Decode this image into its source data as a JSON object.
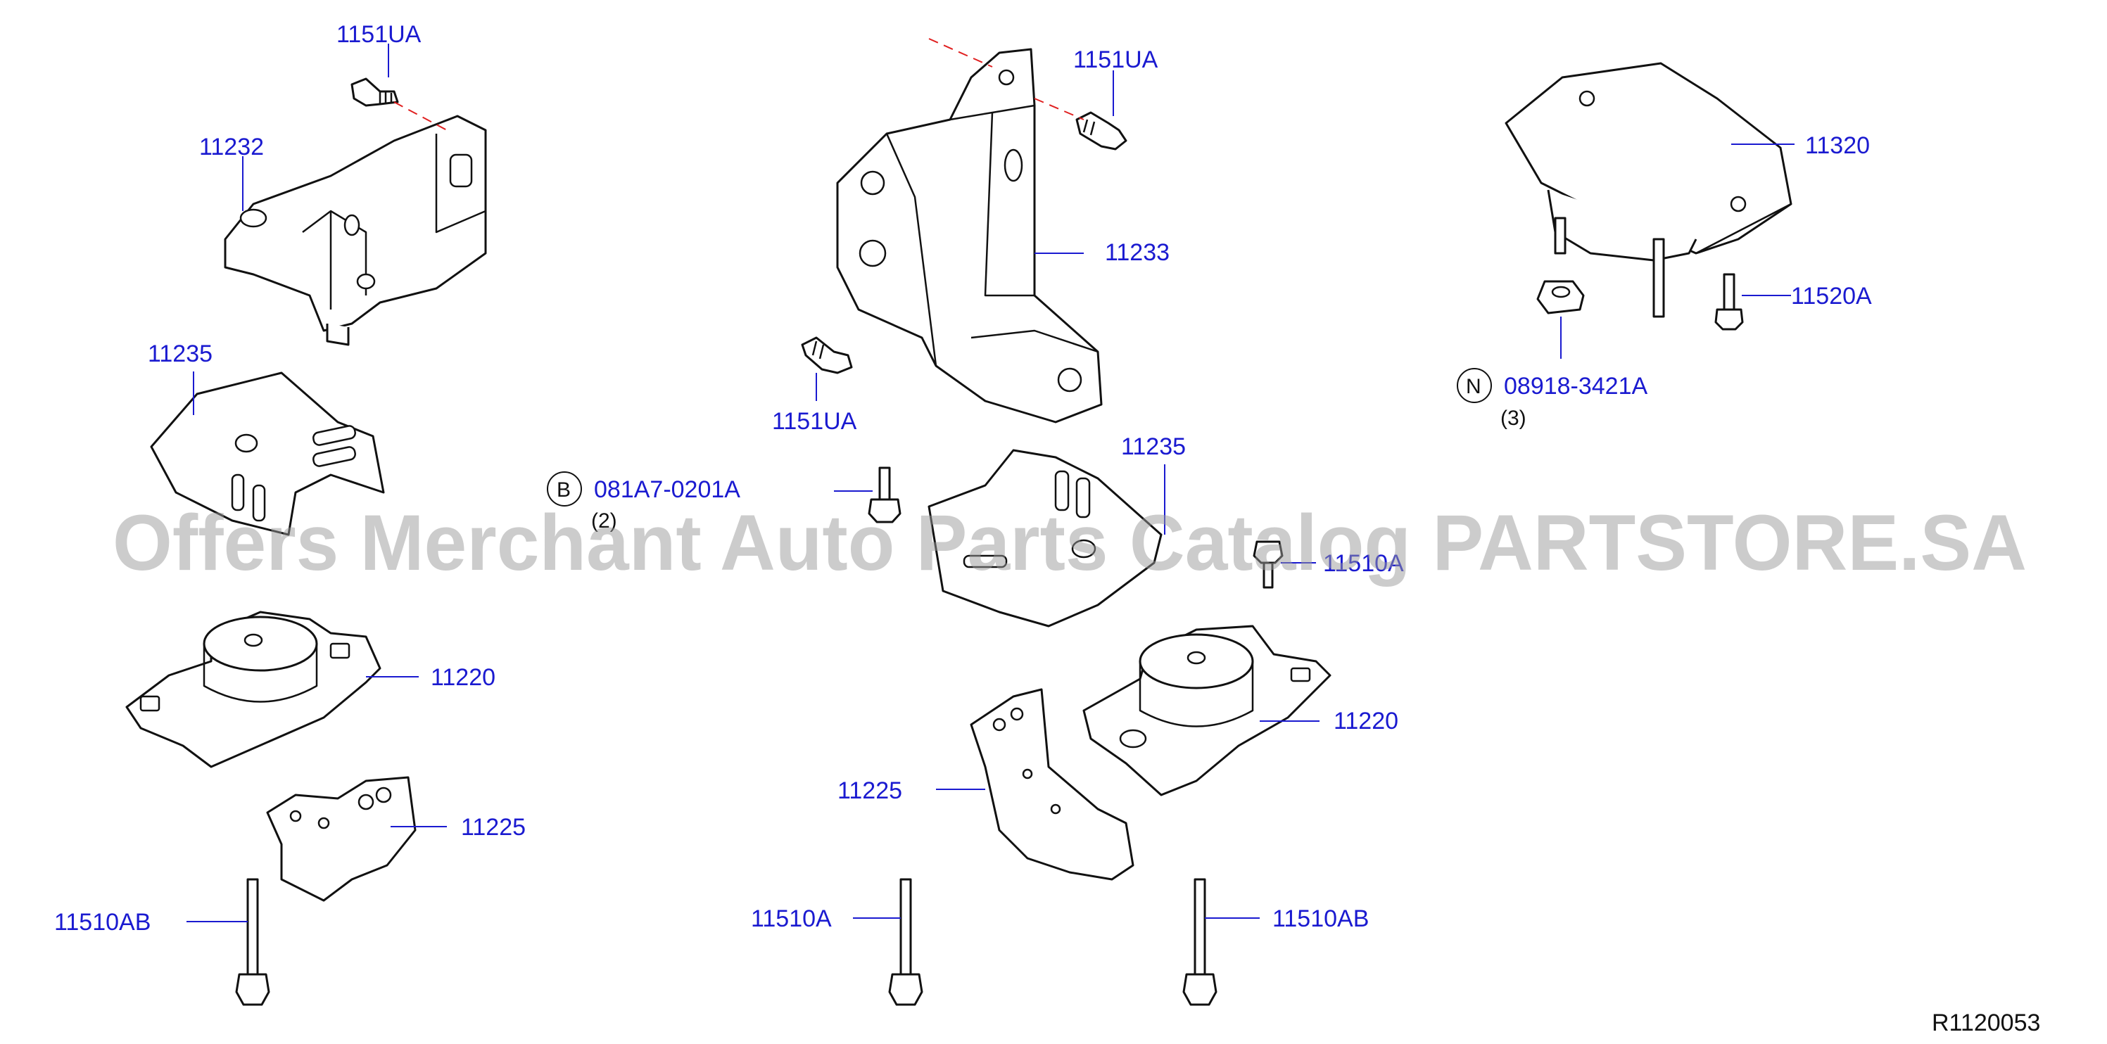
{
  "callouts": {
    "c1151ua_left": "1151UA",
    "c11232": "11232",
    "c1151ua_center": "1151UA",
    "c11233": "11233",
    "c1151ua_lower": "1151UA",
    "c11320": "11320",
    "c11520a": "11520A",
    "c08918": "08918-3421A",
    "c08918_qty": "(3)",
    "c11235_left": "11235",
    "c081a7": "081A7-0201A",
    "c081a7_qty": "(2)",
    "c11235_center": "11235",
    "c11510a_partial": "11510A",
    "c11220_left": "11220",
    "c11220_right": "11220",
    "c11225_left": "11225",
    "c11225_center": "11225",
    "c11510ab_left": "11510AB",
    "c11510a": "11510A",
    "c11510ab_right": "11510AB"
  },
  "symbols": {
    "bolt_prefix": "B",
    "nut_prefix": "N"
  },
  "reference_code": "R1120053",
  "watermark": "Offers Merchant Auto Parts Catalog PARTSTORE.SA"
}
